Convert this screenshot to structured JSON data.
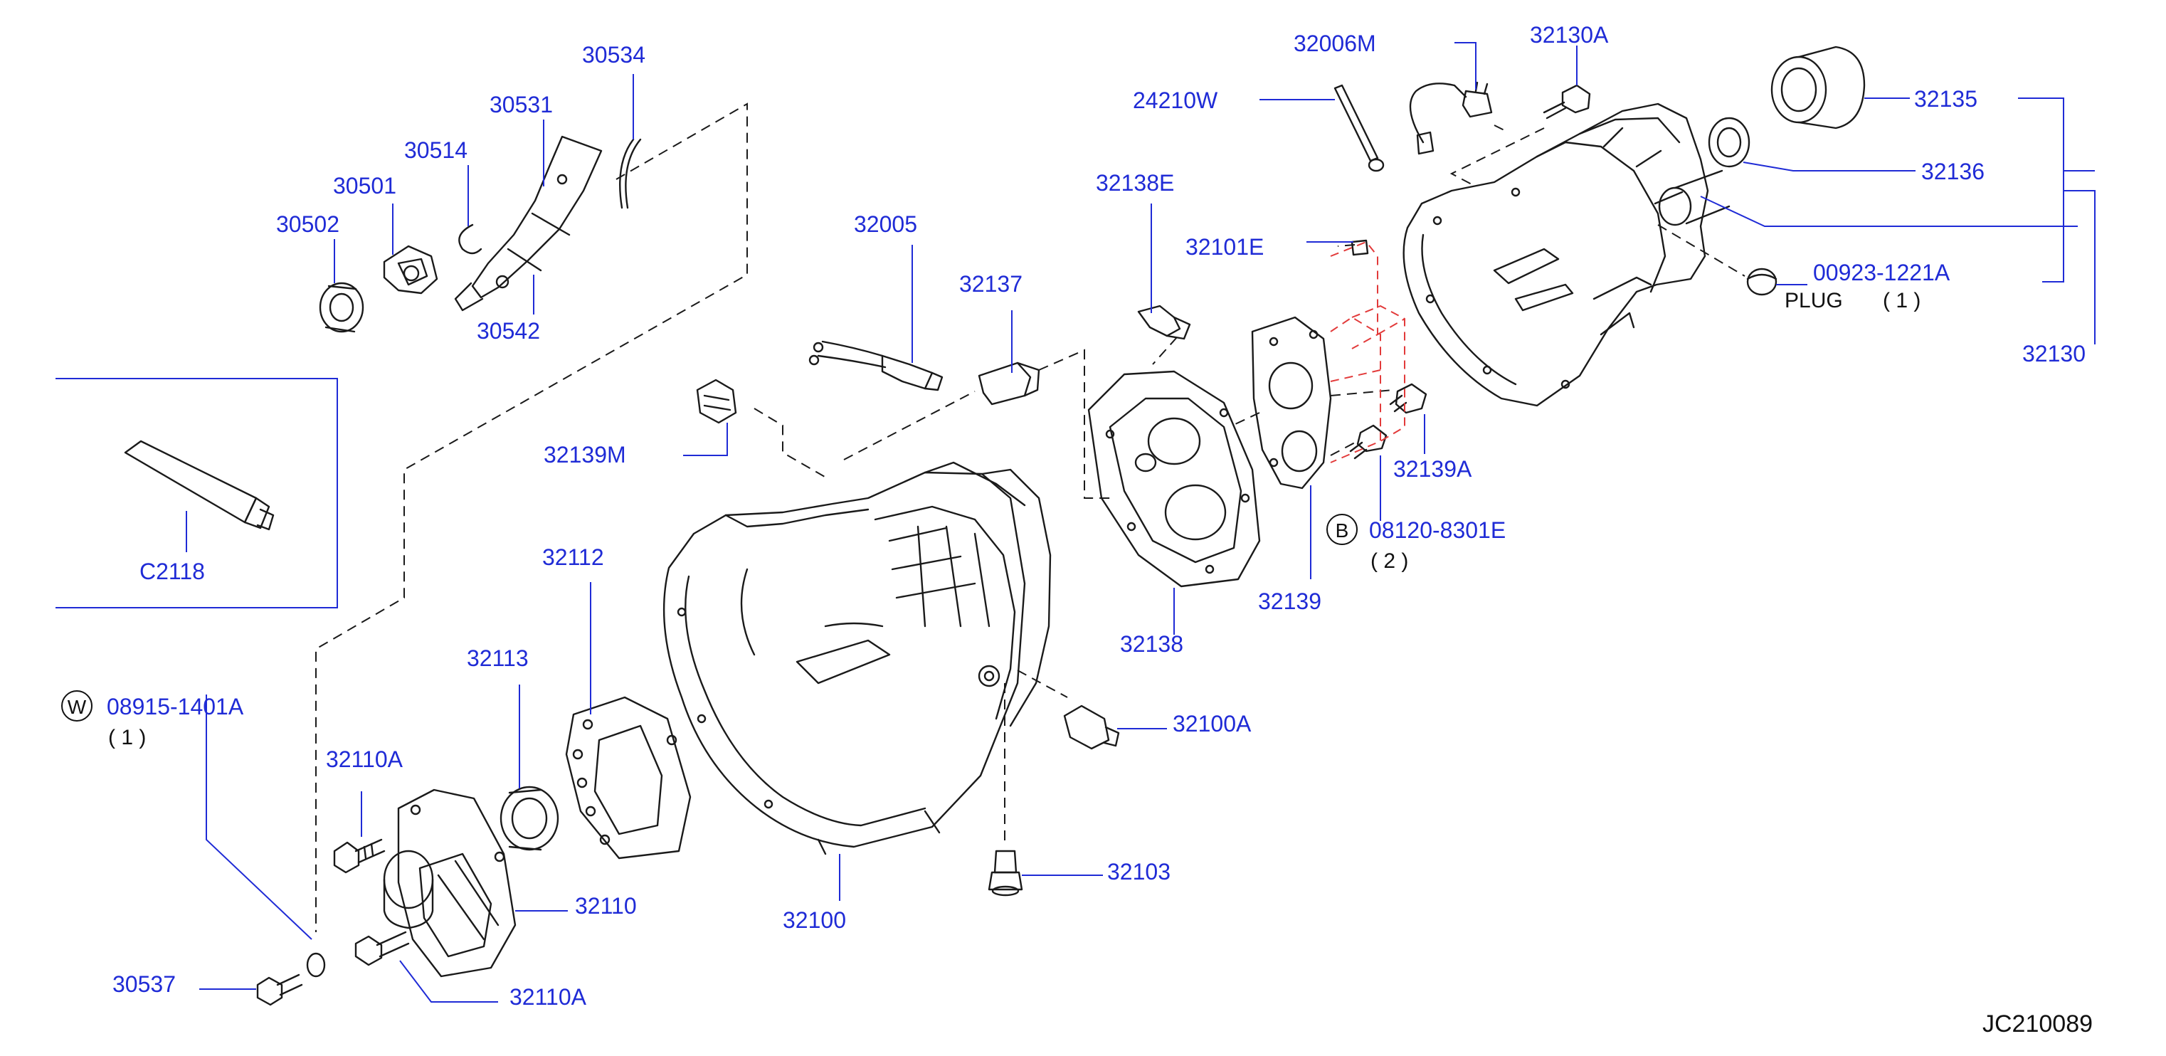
{
  "colors": {
    "label": "#1f2bd6",
    "leader": "#1f2bd6",
    "line_art": "#1a1a1a",
    "hidden": "#e23a3a",
    "background": "#ffffff"
  },
  "labels": {
    "p30534": "30534",
    "p30531": "30531",
    "p30514": "30514",
    "p30501": "30501",
    "p30502": "30502",
    "p30542": "30542",
    "c2118": "C2118",
    "p32005": "32005",
    "p32137": "32137",
    "p32139m": "32139M",
    "p32138e": "32138E",
    "p32101e": "32101E",
    "p24210w": "24210W",
    "p32006m": "32006M",
    "p32130a": "32130A",
    "p32135": "32135",
    "p32136": "32136",
    "p00923": "00923-1221A",
    "plug": "PLUG",
    "qty_plug": "( 1 )",
    "p32130": "32130",
    "p32139a": "32139A",
    "p08120": "08120-8301E",
    "qty_08120": "( 2 )",
    "p32139": "32139",
    "p32138": "32138",
    "p32112": "32112",
    "p32113": "32113",
    "p08915": "08915-1401A",
    "qty_08915": "( 1 )",
    "p32110a_top": "32110A",
    "p32110": "32110",
    "p32110a_bot": "32110A",
    "p30537": "30537",
    "p32100": "32100",
    "p32100a": "32100A",
    "p32103": "32103",
    "ref_code": "JC210089"
  },
  "symbols": {
    "b": "B",
    "w": "W"
  }
}
